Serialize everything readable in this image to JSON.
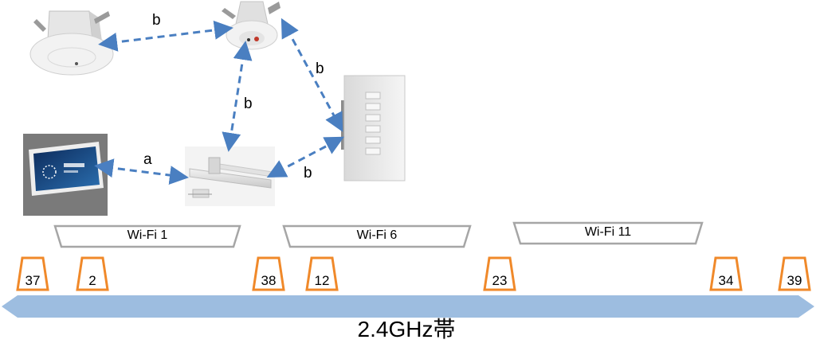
{
  "links": {
    "a": "a",
    "b": "b"
  },
  "wifi": [
    {
      "label": "Wi-Fi 1"
    },
    {
      "label": "Wi-Fi 6"
    },
    {
      "label": "Wi-Fi 11"
    }
  ],
  "channels": [
    "37",
    "2",
    "38",
    "12",
    "23",
    "34",
    "39"
  ],
  "band": {
    "label": "2.4GHz帯"
  },
  "colors": {
    "arrow": "#4a7fc1",
    "channel_outline": "#f0892a",
    "wifi_outline": "#a6a6a6",
    "band_bar": "#9dbde0"
  }
}
